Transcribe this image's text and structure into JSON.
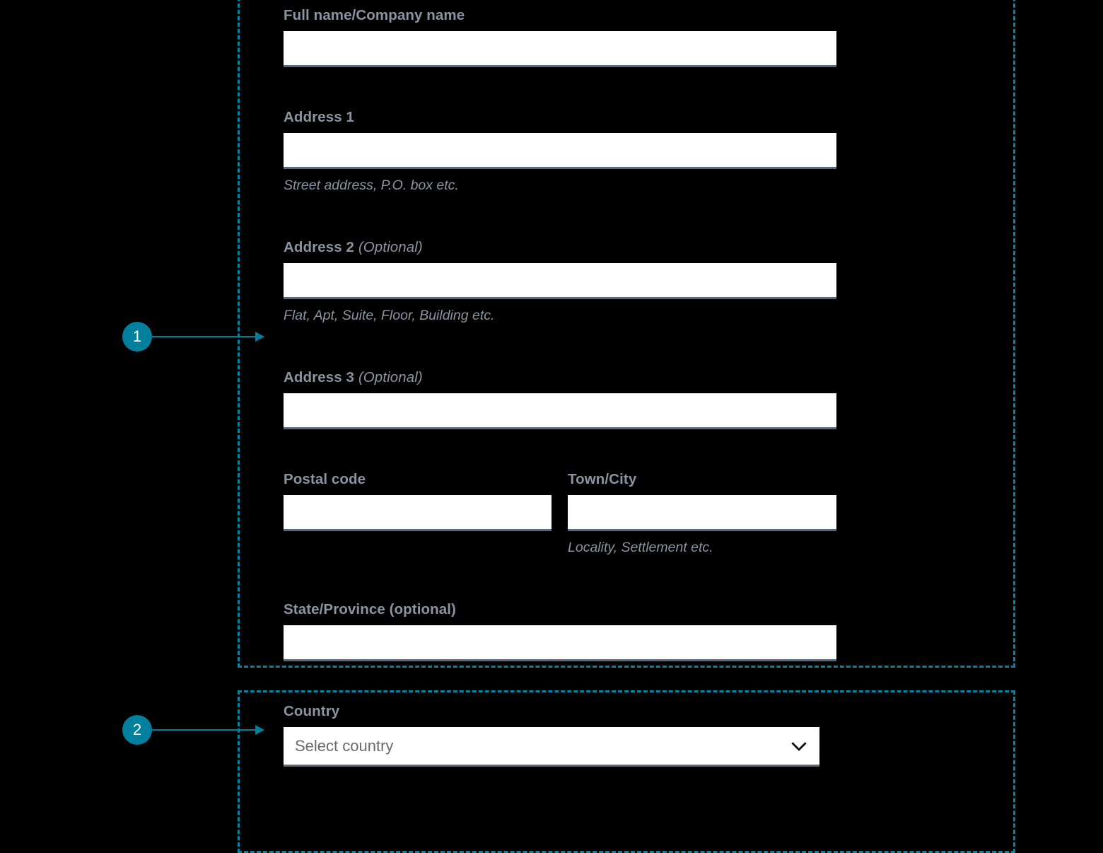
{
  "colors": {
    "accent": "#00809C",
    "label_text": "#8b94a0",
    "hint_text": "#8b94a0",
    "input_underline": "#5e6673",
    "input_background": "#ffffff",
    "page_background": "#000000",
    "annotation_dash": "#0a83a0"
  },
  "annotations": [
    {
      "number": "1",
      "target": "address-group"
    },
    {
      "number": "2",
      "target": "country-group"
    }
  ],
  "form": {
    "fields": [
      {
        "key": "full_name",
        "label": "Full name/Company name",
        "label_optional": "",
        "value": "",
        "placeholder": "",
        "hint": ""
      },
      {
        "key": "address_1",
        "label": "Address 1",
        "label_optional": "",
        "value": "",
        "placeholder": "",
        "hint": "Street address, P.O. box etc."
      },
      {
        "key": "address_2",
        "label": "Address 2",
        "label_optional": "(Optional)",
        "value": "",
        "placeholder": "",
        "hint": "Flat, Apt, Suite, Floor, Building etc."
      },
      {
        "key": "address_3",
        "label": "Address 3",
        "label_optional": "(Optional)",
        "value": "",
        "placeholder": "",
        "hint": ""
      },
      {
        "key": "postal_code",
        "label": "Postal code",
        "label_optional": "",
        "value": "",
        "placeholder": "",
        "hint": ""
      },
      {
        "key": "town_city",
        "label": "Town/City",
        "label_optional": "",
        "value": "",
        "placeholder": "",
        "hint": "Locality, Settlement etc."
      },
      {
        "key": "state_province",
        "label": "State/Province (optional)",
        "label_optional": "",
        "value": "",
        "placeholder": "",
        "hint": ""
      },
      {
        "key": "country",
        "label": "Country",
        "label_optional": "",
        "value": "",
        "placeholder": "Select country",
        "hint": "",
        "control": "select",
        "icon": "chevron-down-icon"
      }
    ]
  }
}
